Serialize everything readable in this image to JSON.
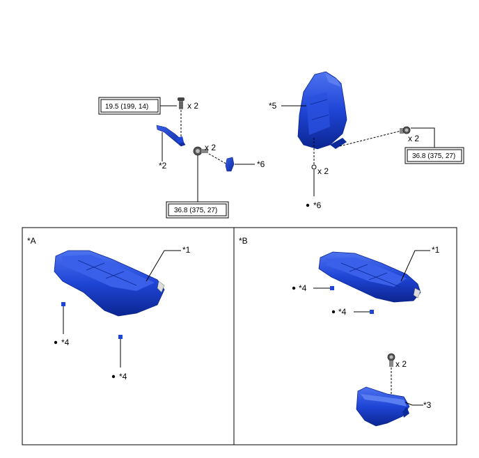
{
  "labels": {
    "p2": "*2",
    "p5": "*5",
    "p6_top_left": "*6",
    "p6_top_right": "*6",
    "a_p1": "*1",
    "a_p4_left": "*4",
    "a_p4_right": "*4",
    "b_p1": "*1",
    "b_p4_top": "*4",
    "b_p4_bottom": "*4",
    "b_p3": "*3"
  },
  "quantities": {
    "bolt_left": "x 2",
    "bolt_mid": "x 2",
    "bolt_right": "x 2",
    "clip_right": "x 2",
    "bolt_b": "x 2"
  },
  "torques": {
    "left_top": "19.5 (199, 14)",
    "left_bottom": "36.8 (375, 27)",
    "right": "36.8 (375, 27)"
  },
  "panels": {
    "a": "*A",
    "b": "*B"
  },
  "colors": {
    "part_blue": "#1f45d6",
    "part_dark": "#0d2a9c",
    "part_light": "#5a7df0"
  }
}
